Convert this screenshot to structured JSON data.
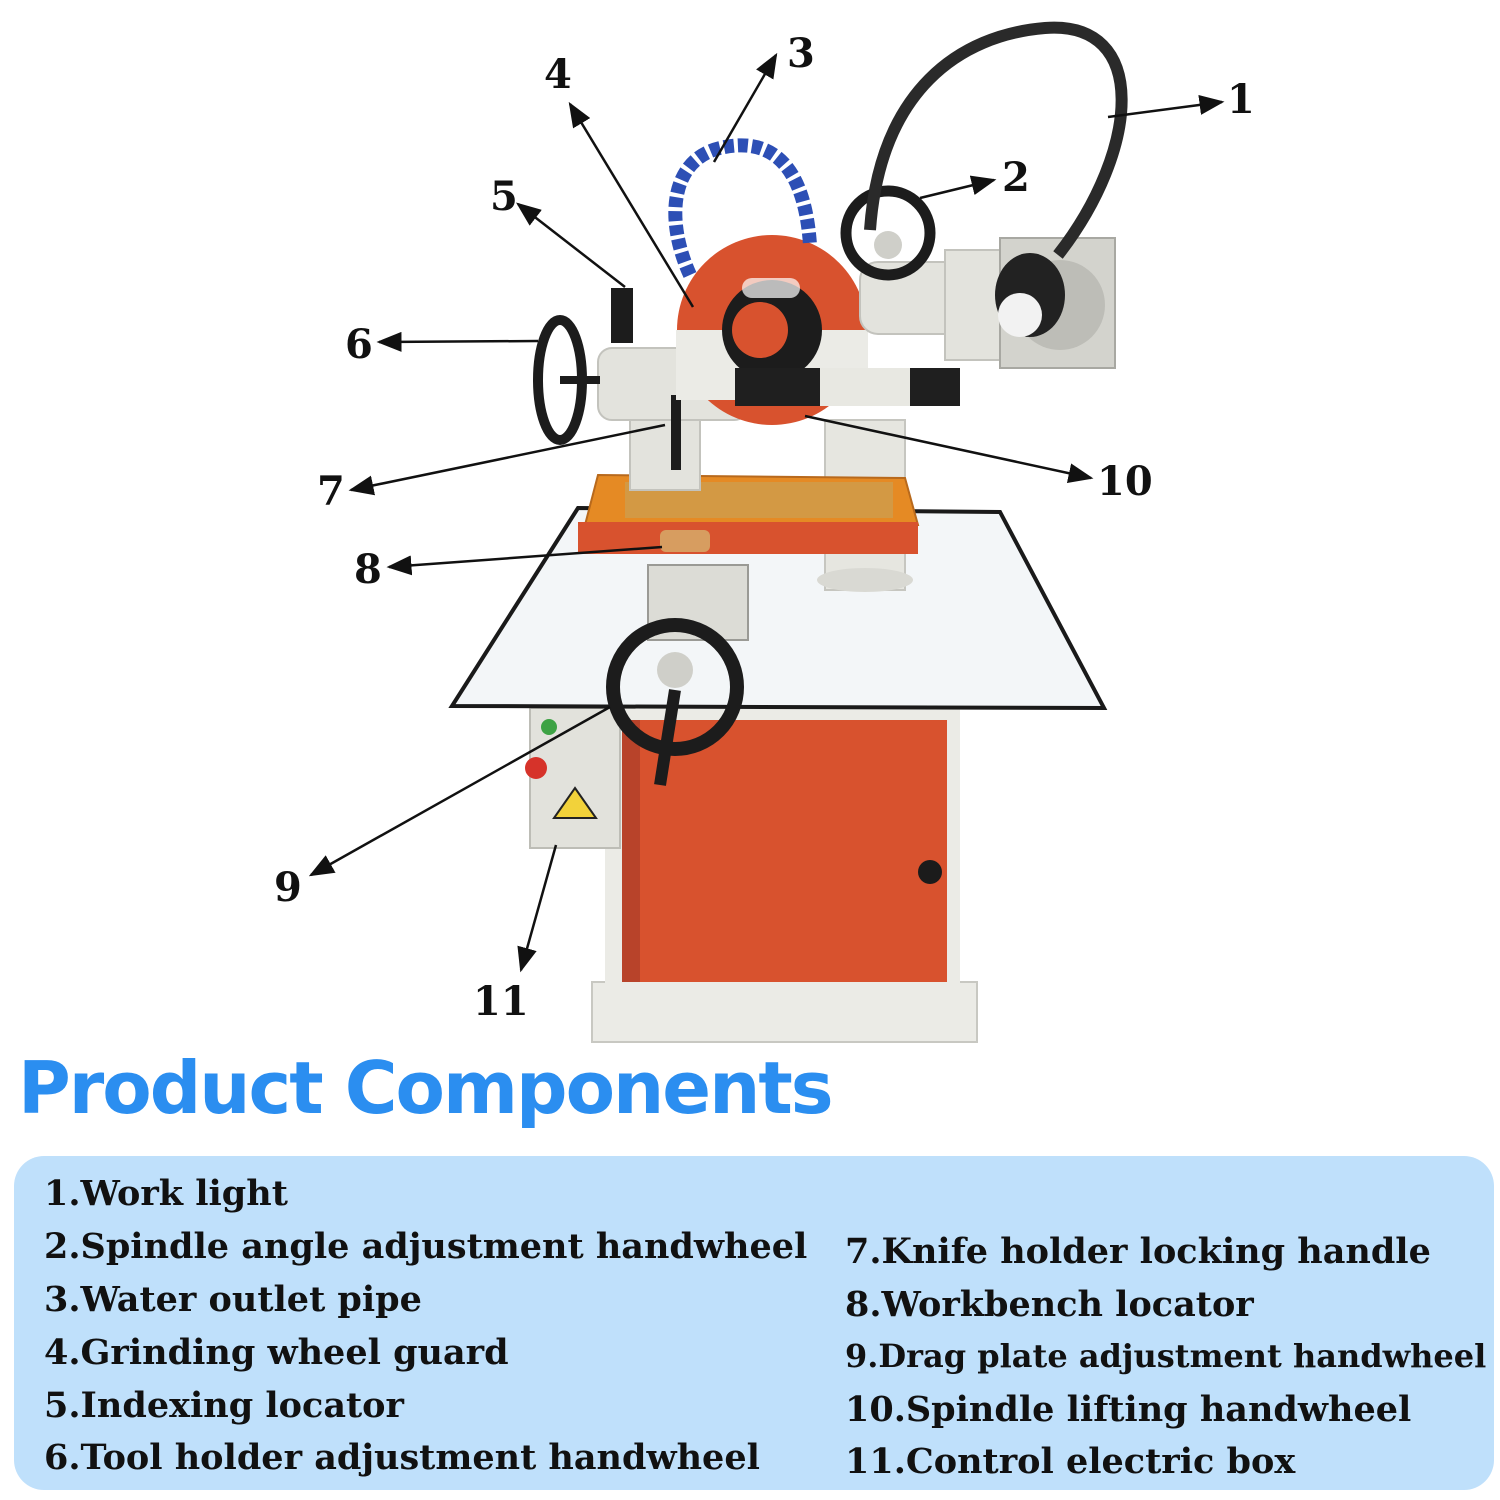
{
  "colors": {
    "title": "#2b8ef0",
    "panel_bg": "#bfe0fb",
    "machine_red": "#d8522e",
    "machine_white": "#ebebe6",
    "arrow": "#111111",
    "hose_blue": "#2d4fb5"
  },
  "callouts": [
    {
      "num": "1"
    },
    {
      "num": "2"
    },
    {
      "num": "3"
    },
    {
      "num": "4"
    },
    {
      "num": "5"
    },
    {
      "num": "6"
    },
    {
      "num": "7"
    },
    {
      "num": "8"
    },
    {
      "num": "9"
    },
    {
      "num": "10"
    },
    {
      "num": "11"
    }
  ],
  "title": "Product Components",
  "components_left": [
    "1.Work light",
    "2.Spindle angle adjustment handwheel",
    "3.Water outlet pipe",
    "4.Grinding wheel guard",
    "5.Indexing locator",
    "6.Tool holder adjustment handwheel"
  ],
  "components_right": [
    "7.Knife holder locking handle",
    "8.Workbench locator",
    "9.Drag plate adjustment handwheel",
    "10.Spindle lifting handwheel",
    "11.Control electric box"
  ]
}
